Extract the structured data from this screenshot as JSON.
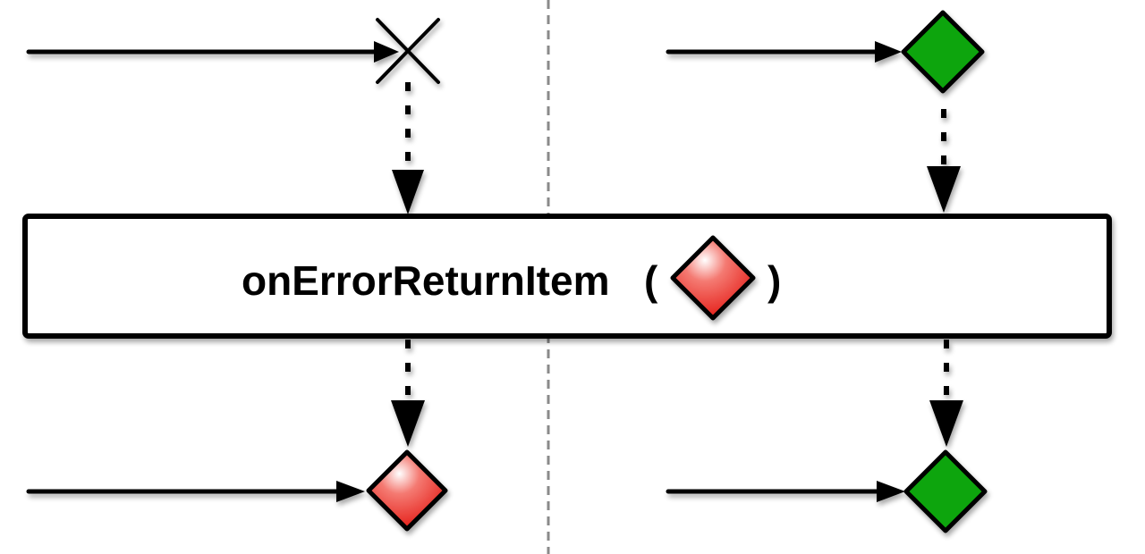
{
  "operator": {
    "name": "onErrorReturnItem",
    "open_paren": "(",
    "close_paren": ")",
    "argument_item": "red-diamond"
  },
  "panels": [
    {
      "id": "left",
      "source_event": "error",
      "result_event": "red-diamond"
    },
    {
      "id": "right",
      "source_event": "green-diamond",
      "result_event": "green-diamond"
    }
  ],
  "colors": {
    "red_item": "#e8201c",
    "green_item": "#0aa50a",
    "stroke": "#000000",
    "divider": "#8a8a8a",
    "box_fill": "#ffffff"
  }
}
